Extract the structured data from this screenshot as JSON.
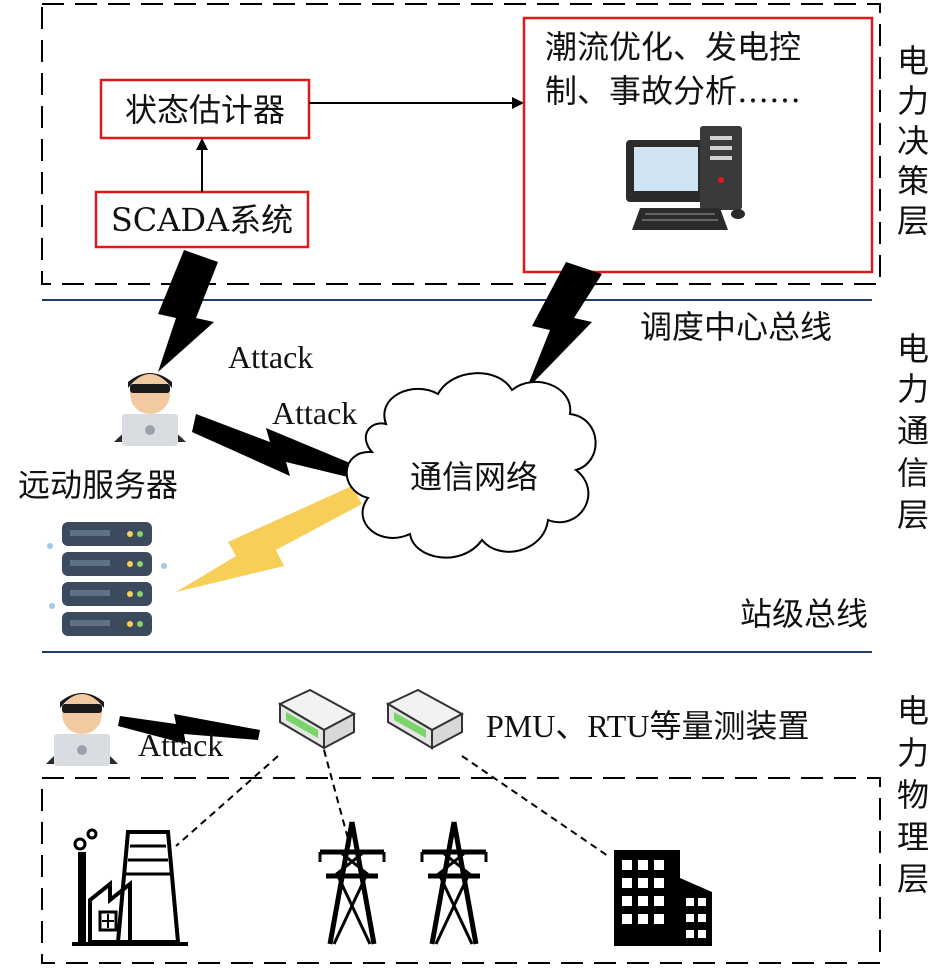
{
  "layers": {
    "decision": "电力决策层",
    "communication": "电力通信层",
    "physical": "电力物理层"
  },
  "nodes": {
    "state_estimator": "状态估计器",
    "scada": "SCADA系统",
    "apps_line1": "潮流优化、发电控",
    "apps_line2": "制、事故分析……",
    "telecontrol_server": "远动服务器",
    "comm_network": "通信网络",
    "pmu_rtu": "PMU、RTU等量测装置"
  },
  "buses": {
    "dispatch_bus": "调度中心总线",
    "station_bus": "站级总线"
  },
  "attacks": {
    "attack_1": "Attack",
    "attack_2": "Attack",
    "attack_3": "Attack"
  },
  "icons": {
    "computer": "desktop-computer-icon",
    "hacker": "hacker-icon",
    "server": "server-rack-icon",
    "device": "measurement-device-icon",
    "plant": "power-plant-icon",
    "tower": "transmission-tower-icon",
    "building": "office-building-icon",
    "bolt": "lightning-bolt-icon"
  },
  "colors": {
    "box_border": "#e0181e",
    "bus_line": "#1f3a6e",
    "attack_bolt": "#000000",
    "link_bolt": "#f7cf58",
    "text": "#111111"
  }
}
